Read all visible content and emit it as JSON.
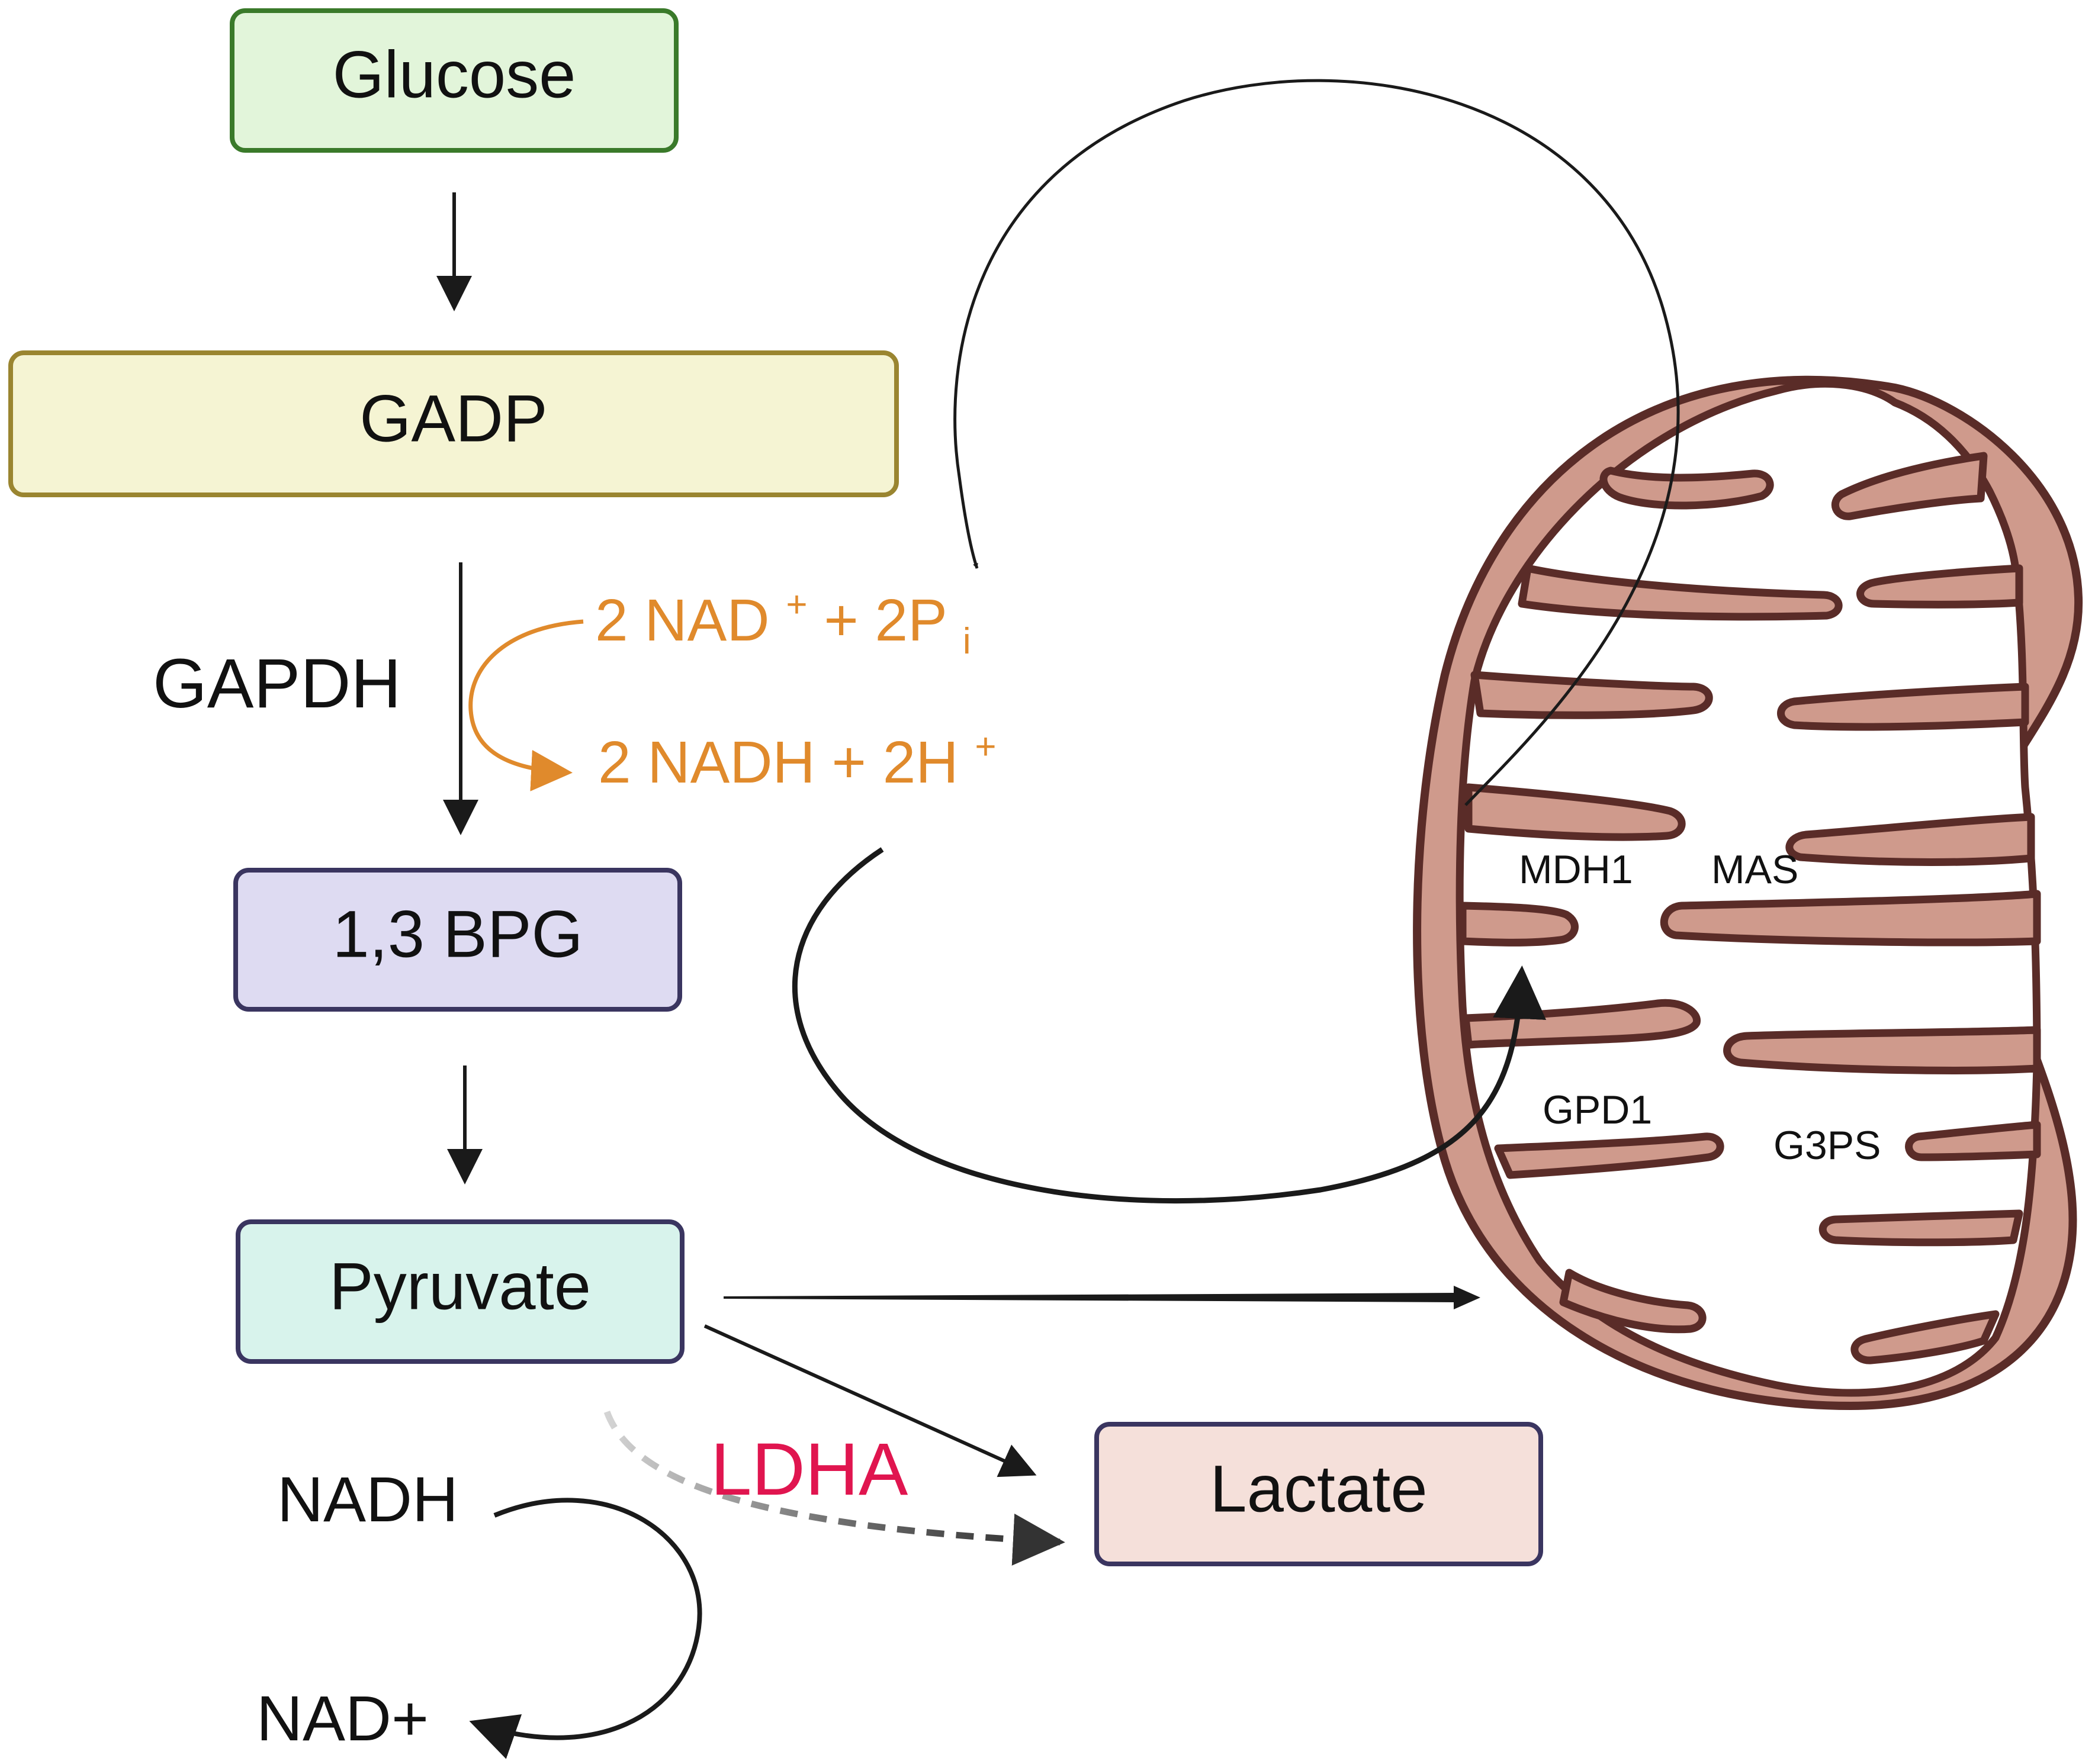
{
  "boxes": {
    "glucose": "Glucose",
    "gadp": "GADP",
    "bpg": "1,3 BPG",
    "pyruvate": "Pyruvate",
    "lactate": "Lactate"
  },
  "enzymes": {
    "gapdh": "GAPDH",
    "ldha": "LDHA"
  },
  "cofactors": {
    "nad_in_prefix": "2 NAD",
    "nad_in_sup": "+",
    "nad_in_mid": " + 2P",
    "nad_in_sub": "i",
    "nadh_out_prefix": "2 NADH + 2H",
    "nadh_out_sup": "+",
    "nadh": "NADH",
    "nad_plus": "NAD+"
  },
  "mitochondrion": {
    "mdh1": "MDH1",
    "mas": "MAS",
    "gpd1": "GPD1",
    "g3ps": "G3PS"
  },
  "colors": {
    "glucose_fill": "#e2f5da",
    "glucose_stroke": "#3a7a2a",
    "gadp_fill": "#f5f4d3",
    "gadp_stroke": "#9a8530",
    "bpg_fill": "#dedbf2",
    "bpg_stroke": "#3a3560",
    "pyruvate_fill": "#d8f3ec",
    "pyruvate_stroke": "#3a3560",
    "lactate_fill": "#f5e0da",
    "lactate_stroke": "#3a3560",
    "cofactor_orange": "#e08a2c",
    "ldha_red": "#e0154f",
    "mito_fill": "#cf9a8c",
    "mito_stroke": "#5a2c28"
  }
}
